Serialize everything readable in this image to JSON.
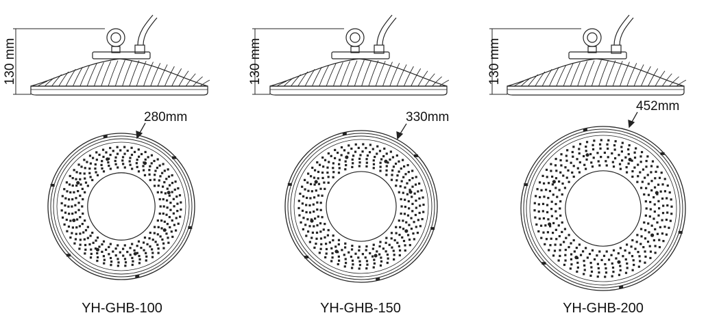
{
  "products": [
    {
      "model": "YH-GHB-100",
      "height_label": "130 mm",
      "diameter_label": "280mm"
    },
    {
      "model": "YH-GHB-150",
      "height_label": "130 mm",
      "diameter_label": "330mm"
    },
    {
      "model": "YH-GHB-200",
      "height_label": "130 mm",
      "diameter_label": "452mm"
    }
  ],
  "colors": {
    "line": "#222222",
    "background": "#ffffff"
  }
}
